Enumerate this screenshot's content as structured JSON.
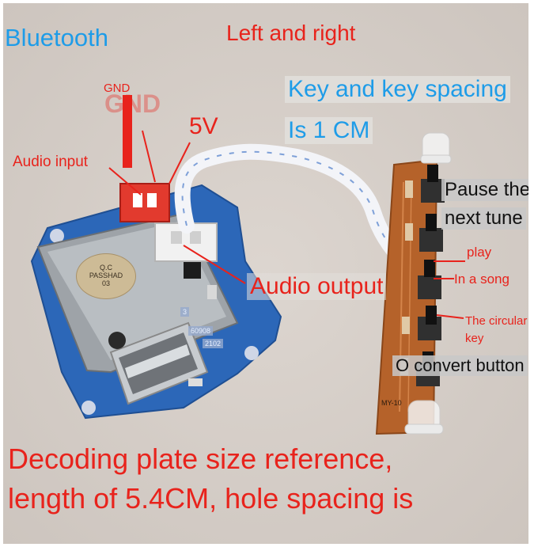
{
  "labels": {
    "bluetooth": "Bluetooth",
    "left_right": "Left and right",
    "key_spacing": "Key and key spacing",
    "is_1cm": "Is 1 CM",
    "gnd": "GND",
    "five_v": "5V",
    "audio_input": "Audio input",
    "pause_line1": "Pause the",
    "pause_line2": "next tune",
    "play": "play",
    "in_a_song": "In a song",
    "circular_line1": "The circular",
    "circular_line2": "key",
    "convert_button": "O convert button",
    "audio_output": "Audio output",
    "caption_line1": "Decoding plate size reference,",
    "caption_line2": "length of 5.4CM, hole spacing is"
  },
  "board_marks": {
    "qc": "Q.C",
    "passhad": "PASSHAD",
    "code": "03",
    "num3": "3",
    "n60908": "60908",
    "n2102": "2102",
    "my10": "MY-10"
  },
  "colors": {
    "annotation_red": "#e8231c",
    "annotation_blue": "#1e9ce8",
    "pcb_blue": "#2c67b8",
    "pcb_brown": "#b5622a"
  }
}
